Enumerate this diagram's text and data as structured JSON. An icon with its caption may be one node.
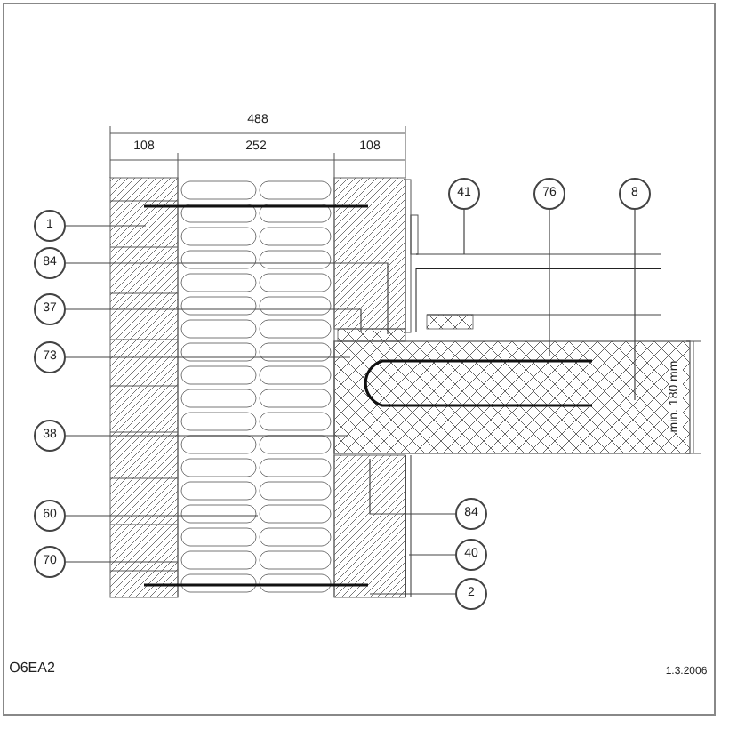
{
  "diagram": {
    "nodes": [
      {
        "text": [
          "1"
        ]
      },
      {
        "text": [
          "84"
        ]
      },
      {
        "text": [
          "37"
        ]
      },
      {
        "text": [
          "73"
        ]
      },
      {
        "text": [
          "38"
        ]
      },
      {
        "text": [
          "60"
        ]
      },
      {
        "text": [
          "70"
        ]
      },
      {
        "text": [
          "41"
        ]
      },
      {
        "text": [
          "76"
        ]
      },
      {
        "text": [
          "8"
        ]
      },
      {
        "text": [
          "84"
        ]
      },
      {
        "text": [
          "40"
        ]
      },
      {
        "text": [
          "2"
        ]
      }
    ],
    "edges": [
      {
        "from": 0,
        "to": null,
        "arrow": "none"
      },
      {
        "from": 1,
        "to": null,
        "arrow": "none"
      },
      {
        "from": 2,
        "to": null,
        "arrow": "none"
      },
      {
        "from": 3,
        "to": null,
        "arrow": "none"
      },
      {
        "from": 4,
        "to": null,
        "arrow": "none"
      },
      {
        "from": 5,
        "to": null,
        "arrow": "none"
      },
      {
        "from": 6,
        "to": null,
        "arrow": "none"
      },
      {
        "from": 7,
        "to": null,
        "arrow": "none"
      },
      {
        "from": 8,
        "to": null,
        "arrow": "none"
      },
      {
        "from": 9,
        "to": null,
        "arrow": "none"
      },
      {
        "from": 10,
        "to": null,
        "arrow": "none"
      },
      {
        "from": 11,
        "to": null,
        "arrow": "none"
      },
      {
        "from": 12,
        "to": null,
        "arrow": "none"
      }
    ],
    "labels": [
      "488",
      "108",
      "252",
      "108",
      "min. 180 mm",
      "O6EA2",
      "1.3.2006"
    ]
  }
}
